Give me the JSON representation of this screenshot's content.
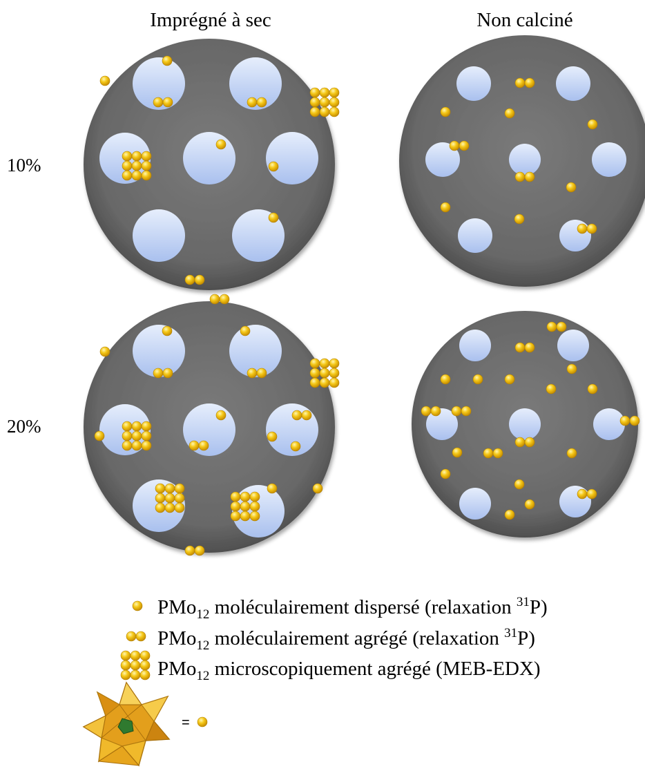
{
  "columns": {
    "left": "Imprégné à sec",
    "right": "Non calciné"
  },
  "rows": {
    "top": "10%",
    "bottom": "20%"
  },
  "legend": [
    {
      "symbol": "single",
      "formula": "PMo",
      "subscript": "12",
      "text_before": " moléculairement dispersé (relaxation ",
      "superscript": "31",
      "text_after": "P)"
    },
    {
      "symbol": "double",
      "formula": "PMo",
      "subscript": "12",
      "text_before": " moléculairement agrégé (relaxation ",
      "superscript": "31",
      "text_after": "P)"
    },
    {
      "symbol": "cluster",
      "formula": "PMo",
      "subscript": "12",
      "text_before": " microscopiquement agrégé (MEB-EDX)",
      "superscript": "",
      "text_after": ""
    }
  ],
  "equivalence": {
    "symbol": "="
  },
  "colors": {
    "support": "#6f6f6f",
    "pore": "#c3d3f4",
    "particle": "#f2c21a",
    "keggin": "#e8a81e",
    "keggin_center": "#2f7a2f"
  },
  "icons": [
    "keggin-structure-icon",
    "pmo12-particle-icon"
  ]
}
